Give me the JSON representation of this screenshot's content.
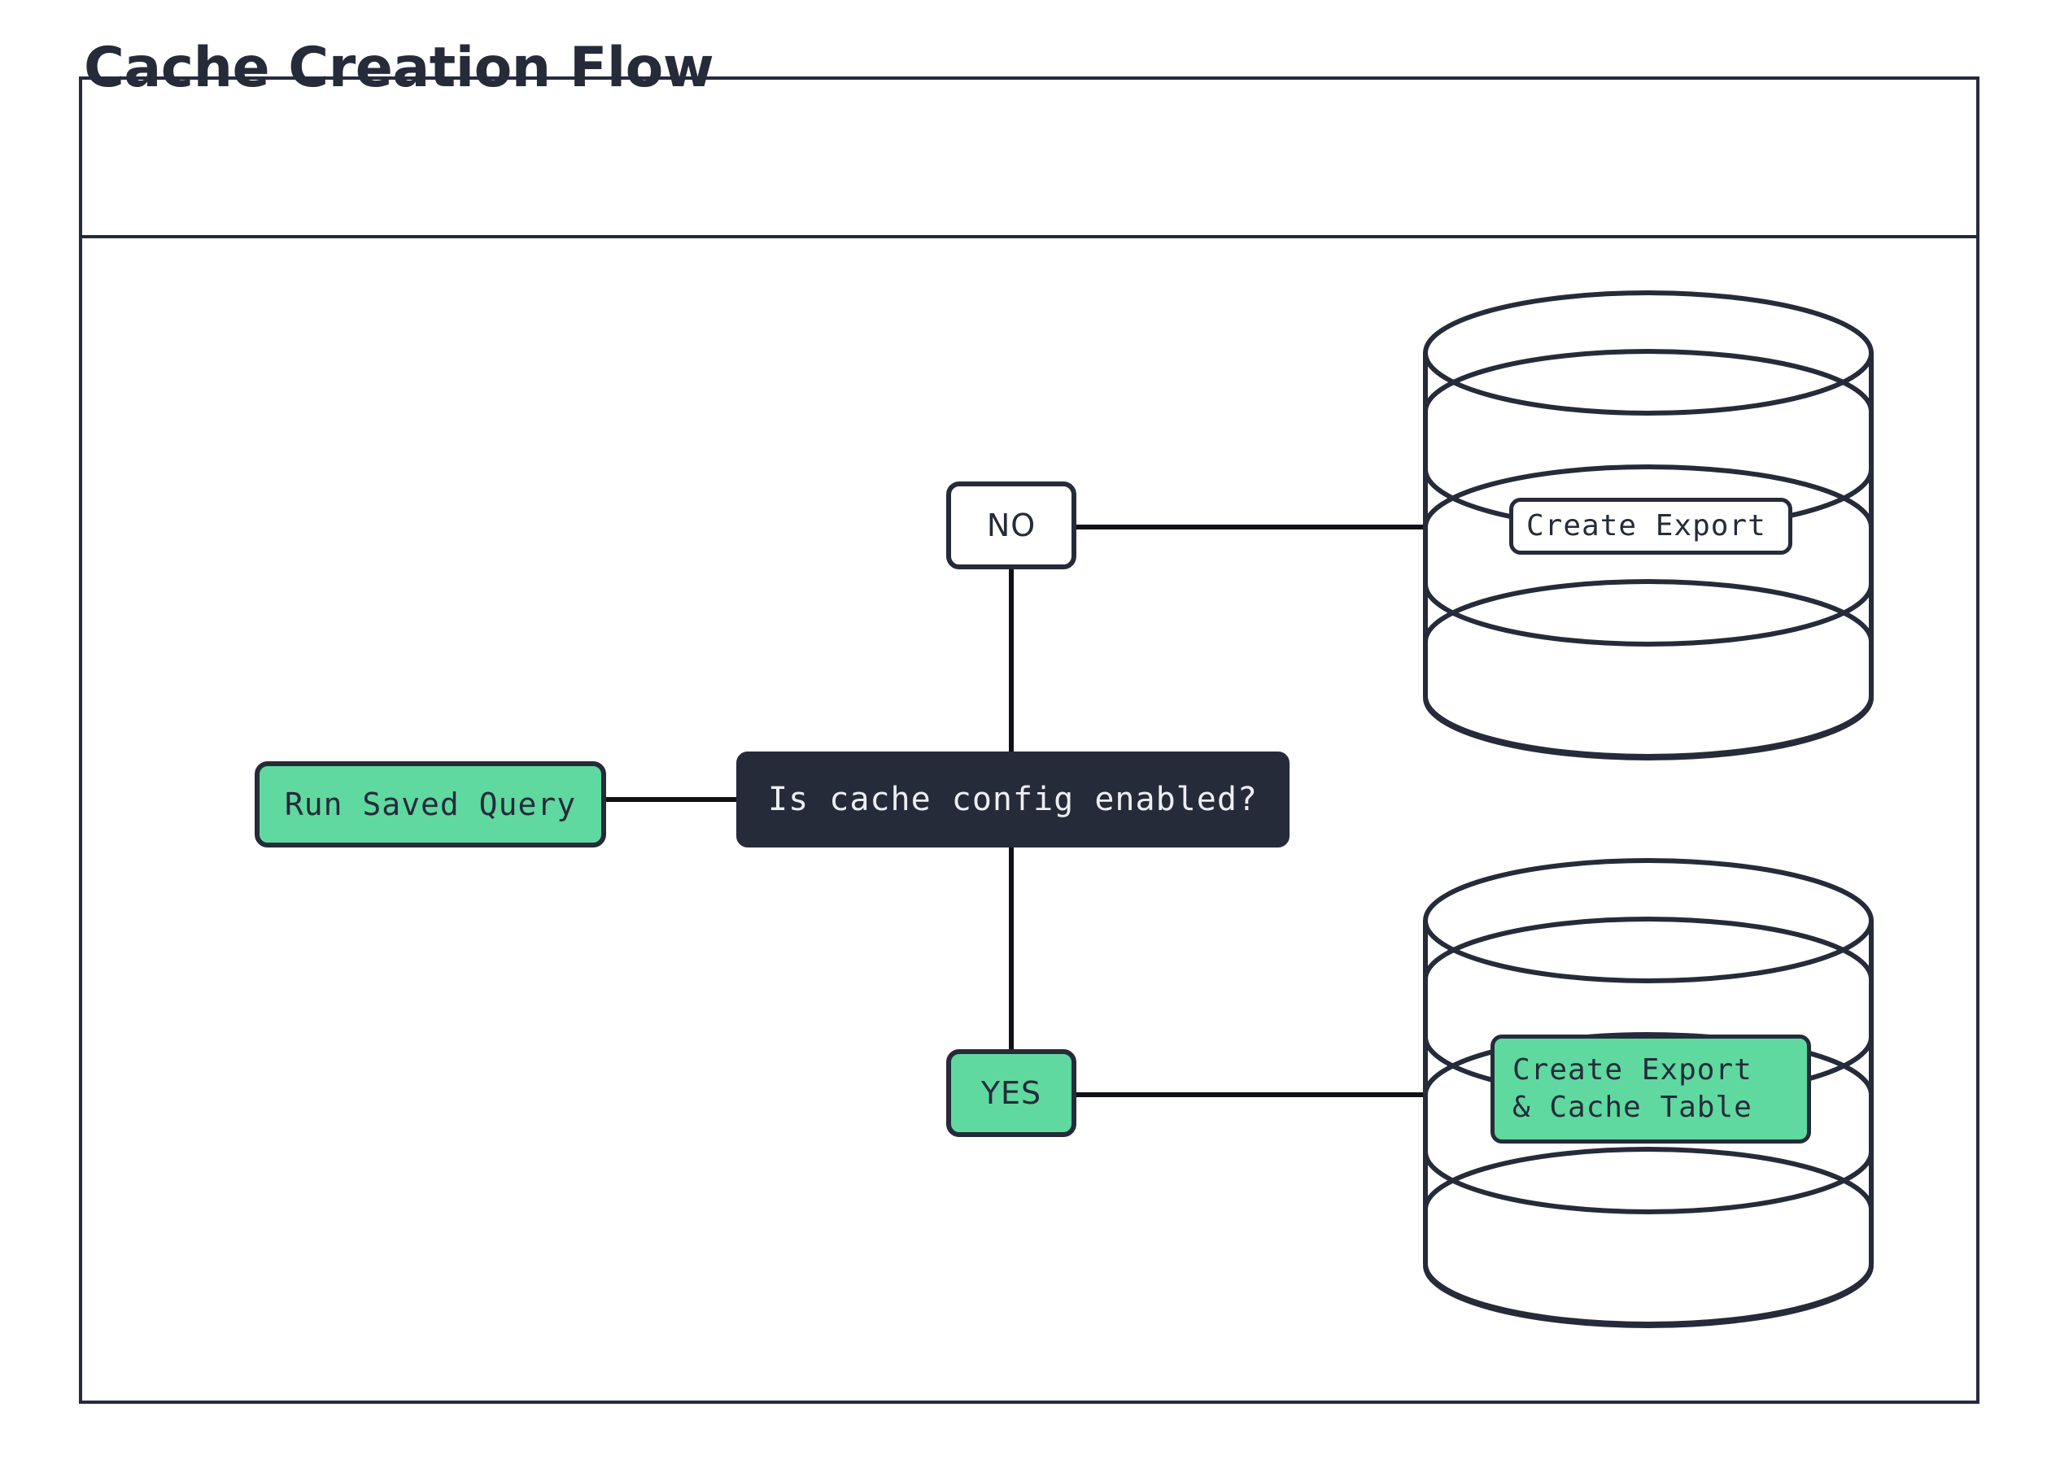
{
  "page": {
    "title": "Cache Creation Flow",
    "background": "#ffffff"
  },
  "colors": {
    "ink": "#262b3a",
    "accent_green": "#5fd9a0",
    "edge": "#0f1116",
    "surface": "#ffffff",
    "dark_text": "#eceef2"
  },
  "diagram": {
    "type": "flowchart",
    "orientation": "left-to-right",
    "nodes": [
      {
        "id": "run-saved-query",
        "label": "Run Saved Query",
        "shape": "rounded-rect",
        "style": "green"
      },
      {
        "id": "decision",
        "label": "Is cache config enabled?",
        "shape": "rounded-rect",
        "style": "dark"
      },
      {
        "id": "branch-no",
        "label": "NO",
        "shape": "rounded-rect",
        "style": "white"
      },
      {
        "id": "branch-yes",
        "label": "YES",
        "shape": "rounded-rect",
        "style": "green"
      },
      {
        "id": "db-export",
        "label": "Create Export",
        "shape": "database-cylinder",
        "style": "white",
        "layers": 4
      },
      {
        "id": "db-export-cache",
        "label_line1": "Create Export",
        "label_line2": "& Cache Table",
        "shape": "database-cylinder",
        "style": "green",
        "layers": 4
      }
    ],
    "edges": [
      {
        "from": "run-saved-query",
        "to": "decision",
        "label": ""
      },
      {
        "from": "decision",
        "to": "branch-no",
        "label": ""
      },
      {
        "from": "decision",
        "to": "branch-yes",
        "label": ""
      },
      {
        "from": "branch-no",
        "to": "db-export",
        "label": ""
      },
      {
        "from": "branch-yes",
        "to": "db-export-cache",
        "label": ""
      }
    ]
  }
}
